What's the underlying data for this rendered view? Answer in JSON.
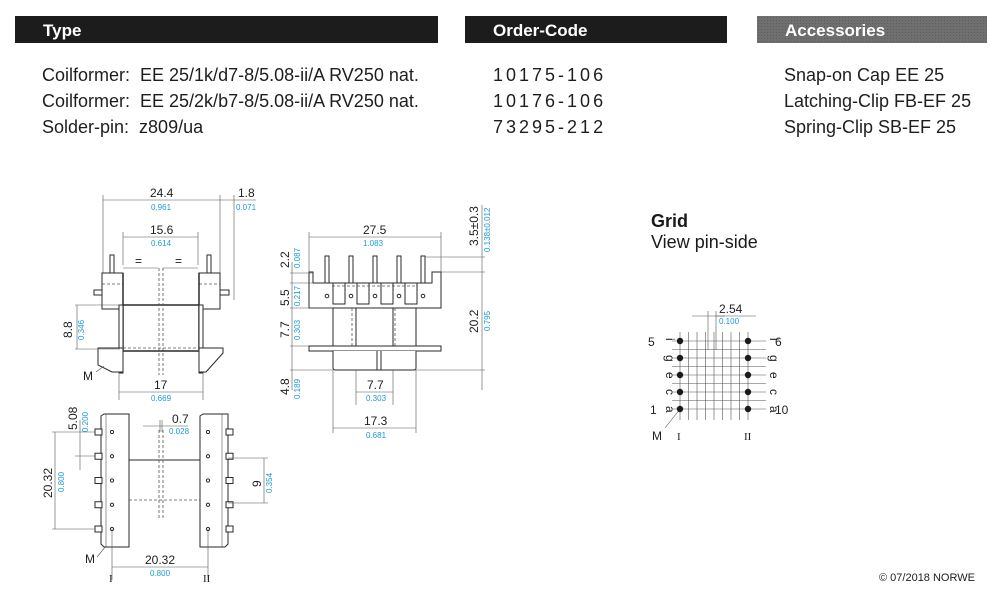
{
  "headers": {
    "type": "Type",
    "order_code": "Order-Code",
    "accessories": "Accessories"
  },
  "products": [
    {
      "type": "Coilformer:  EE 25/1k/d7-8/5.08-ii/A RV250 nat.",
      "order_code": "10175-106",
      "accessory": "Snap-on Cap EE 25"
    },
    {
      "type": "Coilformer:  EE 25/2k/b7-8/5.08-ii/A RV250 nat.",
      "order_code": "10176-106",
      "accessory": "Latching-Clip FB-EF 25"
    },
    {
      "type": "Solder-pin:  z809/ua",
      "order_code": "73295-212",
      "accessory": "Spring-Clip SB-EF 25"
    }
  ],
  "grid": {
    "title": "Grid",
    "subtitle": "View pin-side",
    "pitch_mm": "2.54",
    "pitch_in": "0.100",
    "pin_top_left": "5",
    "pin_top_right": "6",
    "pin_bottom_left": "1",
    "pin_bottom_right": "10",
    "row_letters": [
      "i",
      "g",
      "e",
      "c",
      "a"
    ],
    "marker": "M",
    "col_left": "I",
    "col_right": "II"
  },
  "front_view": {
    "width_mm": "24.4",
    "width_in": "0.961",
    "pin_offset_mm": "1.8",
    "pin_offset_in": "0.071",
    "inner_mm": "15.6",
    "inner_in": "0.614",
    "equal_mark": "=",
    "height_mm": "8.8",
    "height_in": "0.346",
    "base_mm": "17",
    "base_in": "0.669",
    "marker": "M"
  },
  "side_view": {
    "width_mm": "27.5",
    "width_in": "1.083",
    "pin_len_mm": "3.5±0.3",
    "pin_len_in": "0.138±0.012",
    "h1_mm": "2.2",
    "h1_in": "0.087",
    "h2_mm": "5.5",
    "h2_in": "0.217",
    "h3_mm": "7.7",
    "h3_in": "0.303",
    "h4_mm": "4.8",
    "h4_in": "0.189",
    "total_mm": "20.2",
    "total_in": "0.795",
    "core_mm": "7.7",
    "core_in": "0.303",
    "base_mm": "17.3",
    "base_in": "0.681"
  },
  "bottom_view": {
    "pitch_mm": "5.08",
    "pitch_in": "0.200",
    "slot_mm": "0.7",
    "slot_in": "0.028",
    "span_mm": "20.32",
    "span_in": "0.800",
    "window_mm": "9",
    "window_in": "0.354",
    "row_span_mm": "20.32",
    "row_span_in": "0.800",
    "marker": "M",
    "col_left": "I",
    "col_right": "II"
  },
  "copyright": "© 07/2018 NORWE"
}
